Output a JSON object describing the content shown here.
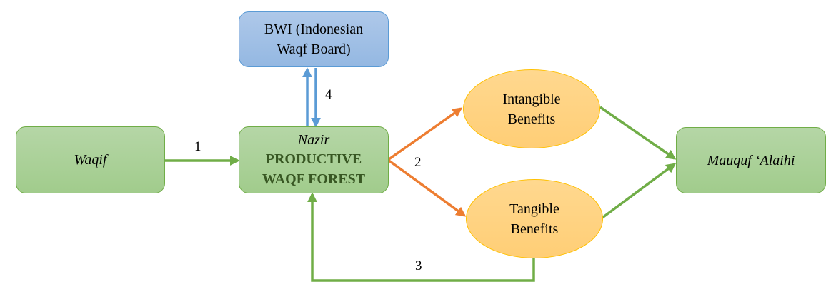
{
  "colors": {
    "green_line": "#70ad47",
    "orange_line": "#ed7d31",
    "blue_line": "#5b9bd5",
    "green_fill": "#a9d18e",
    "blue_fill": "#9dc3e6",
    "yellow_fill": "#ffd580",
    "dark_green_text": "#385723"
  },
  "nodes": {
    "waqif": {
      "label": "Waqif"
    },
    "nazir": {
      "role": "Nazir",
      "line1": "PRODUCTIVE",
      "line2": "WAQF FOREST"
    },
    "bwi": {
      "line1": "BWI (Indonesian",
      "line2": "Waqf Board)"
    },
    "intangible": {
      "line1": "Intangible",
      "line2": "Benefits"
    },
    "tangible": {
      "line1": "Tangible",
      "line2": "Benefits"
    },
    "mauquf": {
      "label": "Mauquf ‘Alaihi"
    }
  },
  "edges": {
    "e1": {
      "label": "1",
      "from": "Waqif",
      "to": "Nazir"
    },
    "e2": {
      "label": "2",
      "from": "Nazir",
      "to": "Intangible / Tangible Benefits"
    },
    "e3": {
      "label": "3",
      "from": "Tangible Benefits",
      "to": "Nazir"
    },
    "e4": {
      "label": "4",
      "from": "Nazir",
      "to": "BWI (bidirectional)"
    }
  }
}
